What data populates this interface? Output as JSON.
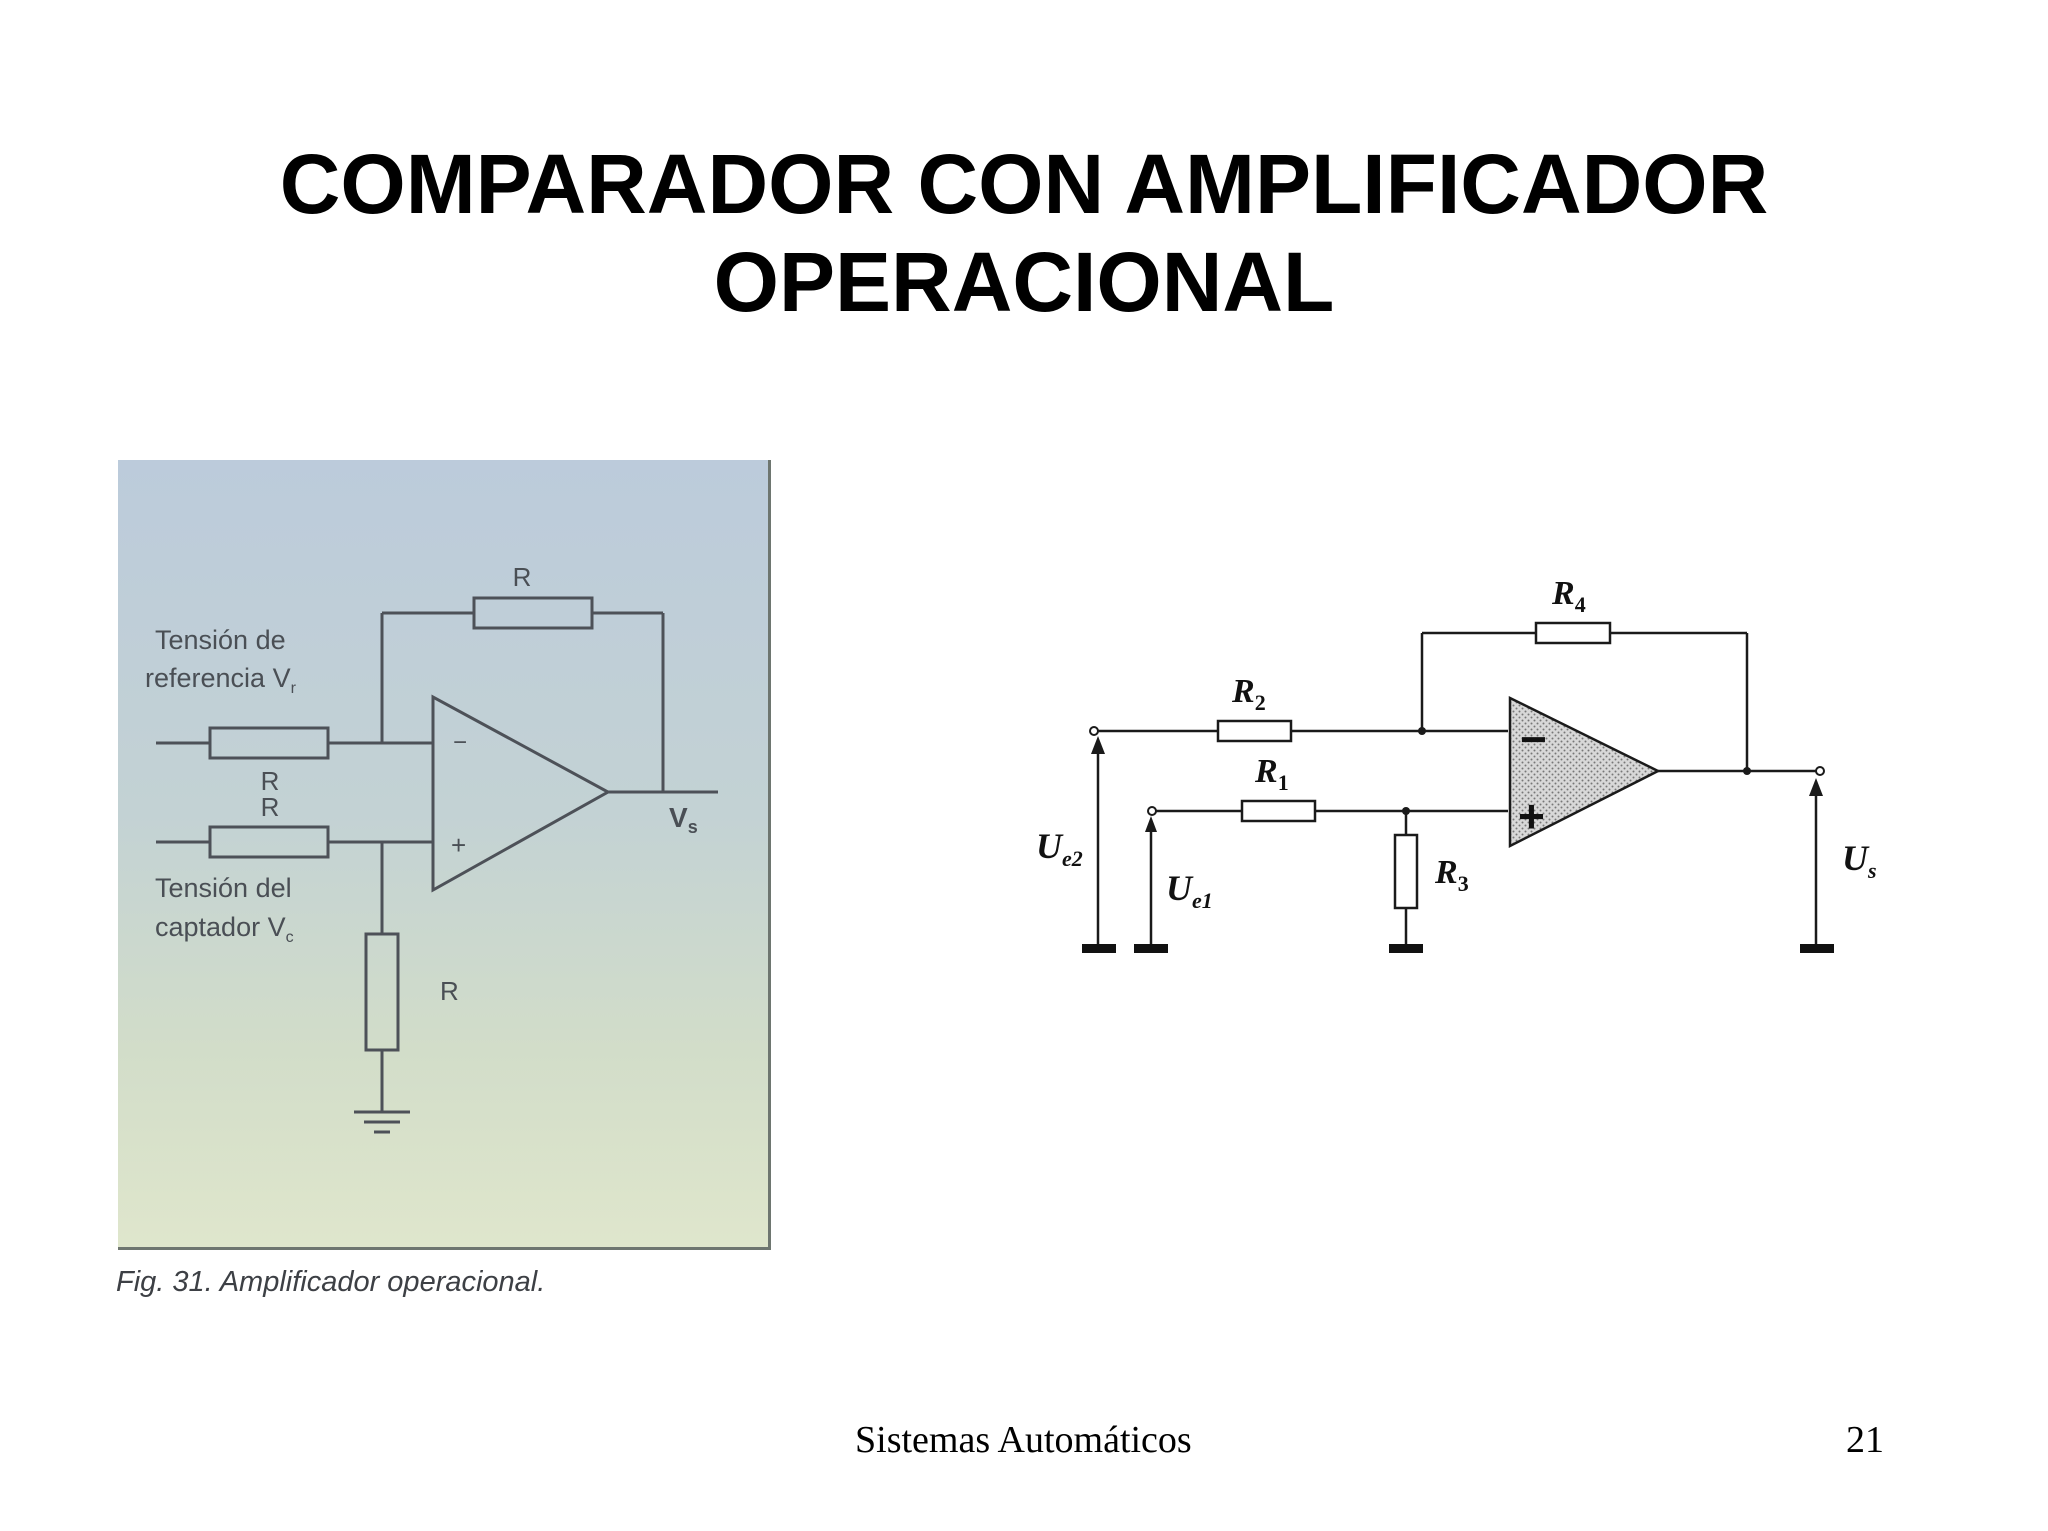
{
  "slide": {
    "title_line1": "COMPARADOR CON AMPLIFICADOR",
    "title_line2": "OPERACIONAL",
    "footer_text": "Sistemas Automáticos",
    "page_number": "21"
  },
  "left_figure": {
    "label_ref_1": "Tensión de",
    "label_ref_2": "referencia V",
    "label_ref_sub": "r",
    "label_cap_1": "Tensión del",
    "label_cap_2": "captador V",
    "label_cap_sub": "c",
    "resistor_label": "R",
    "output_label": "V",
    "output_sub": "s",
    "minus_sign": "−",
    "plus_sign": "+",
    "caption": "Fig. 31. Amplificador operacional."
  },
  "right_figure": {
    "r4": "R",
    "r4_sub": "4",
    "r2": "R",
    "r2_sub": "2",
    "r1": "R",
    "r1_sub": "1",
    "r3": "R",
    "r3_sub": "3",
    "ue2": "U",
    "ue2_sub": "e2",
    "ue1": "U",
    "ue1_sub": "e1",
    "us": "U",
    "us_sub": "s",
    "minus_sign": "−",
    "plus_sign": "+"
  },
  "colors": {
    "left_bg_top": "#bccbdb",
    "left_bg_bottom": "#dfe6cc",
    "left_line": "#4d5158",
    "right_line": "#1a1a1a"
  }
}
